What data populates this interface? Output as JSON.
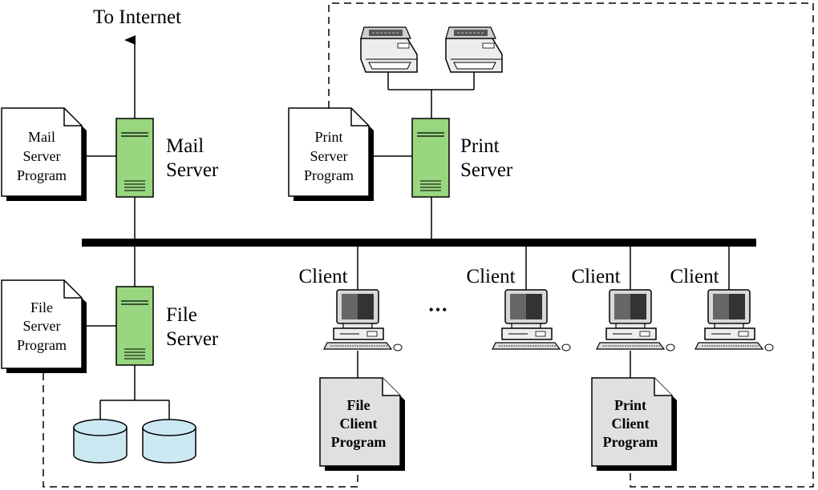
{
  "colors": {
    "server_fill": "#99d680",
    "disk_fill": "#cce8f2",
    "client_doc_fill": "#e0e0e0",
    "line": "#000000"
  },
  "internet": {
    "label": "To Internet"
  },
  "mail": {
    "doc_lines": [
      "Mail",
      "Server",
      "Program"
    ],
    "server_lines": [
      "Mail",
      "Server"
    ]
  },
  "print": {
    "doc_lines": [
      "Print",
      "Server",
      "Program"
    ],
    "server_lines": [
      "Print",
      "Server"
    ]
  },
  "file": {
    "doc_lines": [
      "File",
      "Server",
      "Program"
    ],
    "server_lines": [
      "File",
      "Server"
    ]
  },
  "clients": [
    {
      "label": "Client"
    },
    {
      "label": "Client"
    },
    {
      "label": "Client"
    },
    {
      "label": "Client"
    }
  ],
  "ellipsis": "•••",
  "file_client_doc": [
    "File",
    "Client",
    "Program"
  ],
  "print_client_doc": [
    "Print",
    "Client",
    "Program"
  ],
  "icons": [
    "server-tower-icon",
    "printer-icon",
    "computer-icon",
    "document-icon",
    "disk-icon"
  ]
}
